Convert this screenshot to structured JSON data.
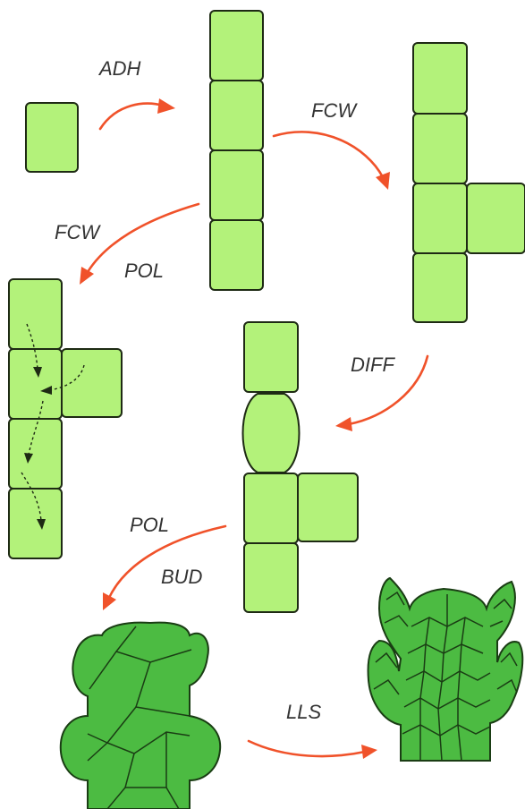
{
  "diagram": {
    "labels": {
      "adh": "ADH",
      "fcw_top": "FCW",
      "fcw_left": "FCW",
      "pol_left": "POL",
      "diff": "DIFF",
      "pol_bottom": "POL",
      "bud": "BUD",
      "lls": "LLS"
    },
    "colors": {
      "cell_fill": "#b3f27a",
      "tissue_fill": "#4cbb42",
      "arrow": "#f0522a"
    }
  }
}
